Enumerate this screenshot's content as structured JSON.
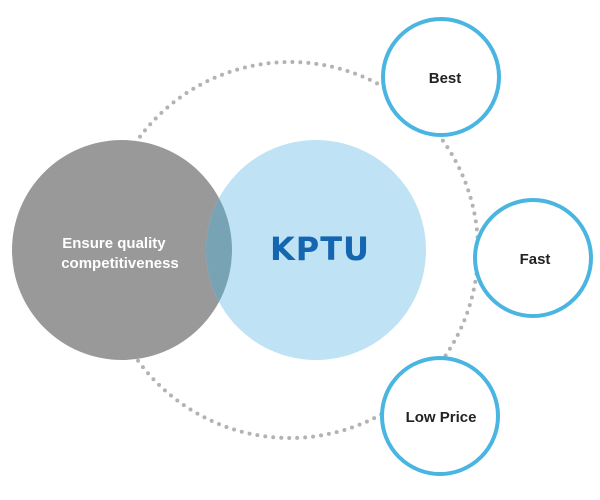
{
  "diagram": {
    "left_circle": {
      "lines": [
        "Ensure quality",
        "competitiveness"
      ]
    },
    "center_circle": {
      "label": "KPTU"
    },
    "satellites": [
      {
        "label": "Best"
      },
      {
        "label": "Fast"
      },
      {
        "label": "Low Price"
      }
    ]
  },
  "colors": {
    "left_fill": "#999999",
    "center_fill": "#bfe3f4",
    "overlap_fill": "#78a3b5",
    "brand_text": "#1566b0",
    "satellite_stroke": "#4bb5e1",
    "orbit_dots": "#b3b3b3",
    "white_text": "#ffffff",
    "satellite_text": "#222222"
  }
}
